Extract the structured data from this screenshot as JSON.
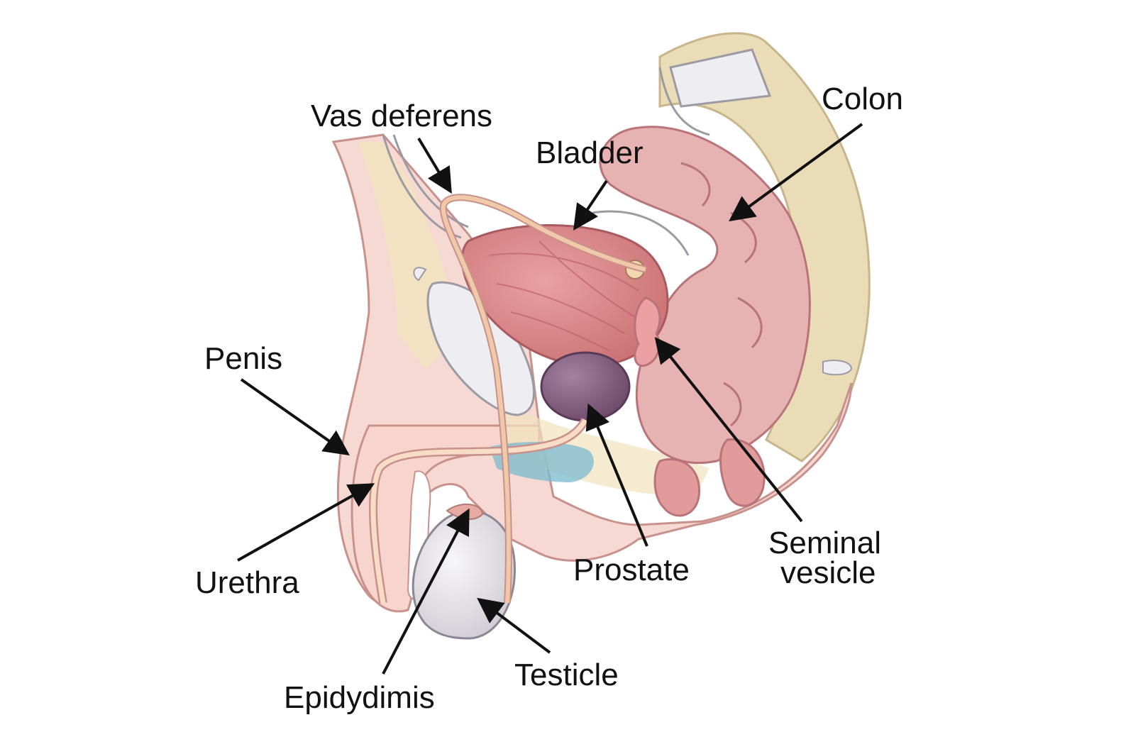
{
  "labels": {
    "vas_deferens": "Vas deferens",
    "colon": "Colon",
    "bladder": "Bladder",
    "penis": "Penis",
    "urethra": "Urethra",
    "seminal_vesicle_line1": "Seminal",
    "seminal_vesicle_line2": "vesicle",
    "prostate": "Prostate",
    "testicle": "Testicle",
    "epididymis": "Epidydimis"
  },
  "colors": {
    "skin": "#f7d9d3",
    "skin_outline": "#c9918c",
    "fat": "#f1e3bd",
    "bone": "#e9ddb9",
    "cartilage": "#e8e8ee",
    "bladder": "#dc8585",
    "colon": "#e7b2b2",
    "prostate": "#8a6286",
    "testicle": "#ecebee",
    "vessel": "#f0c9a8",
    "erectile_blue": "#79b9cf",
    "arrow": "#111111"
  }
}
